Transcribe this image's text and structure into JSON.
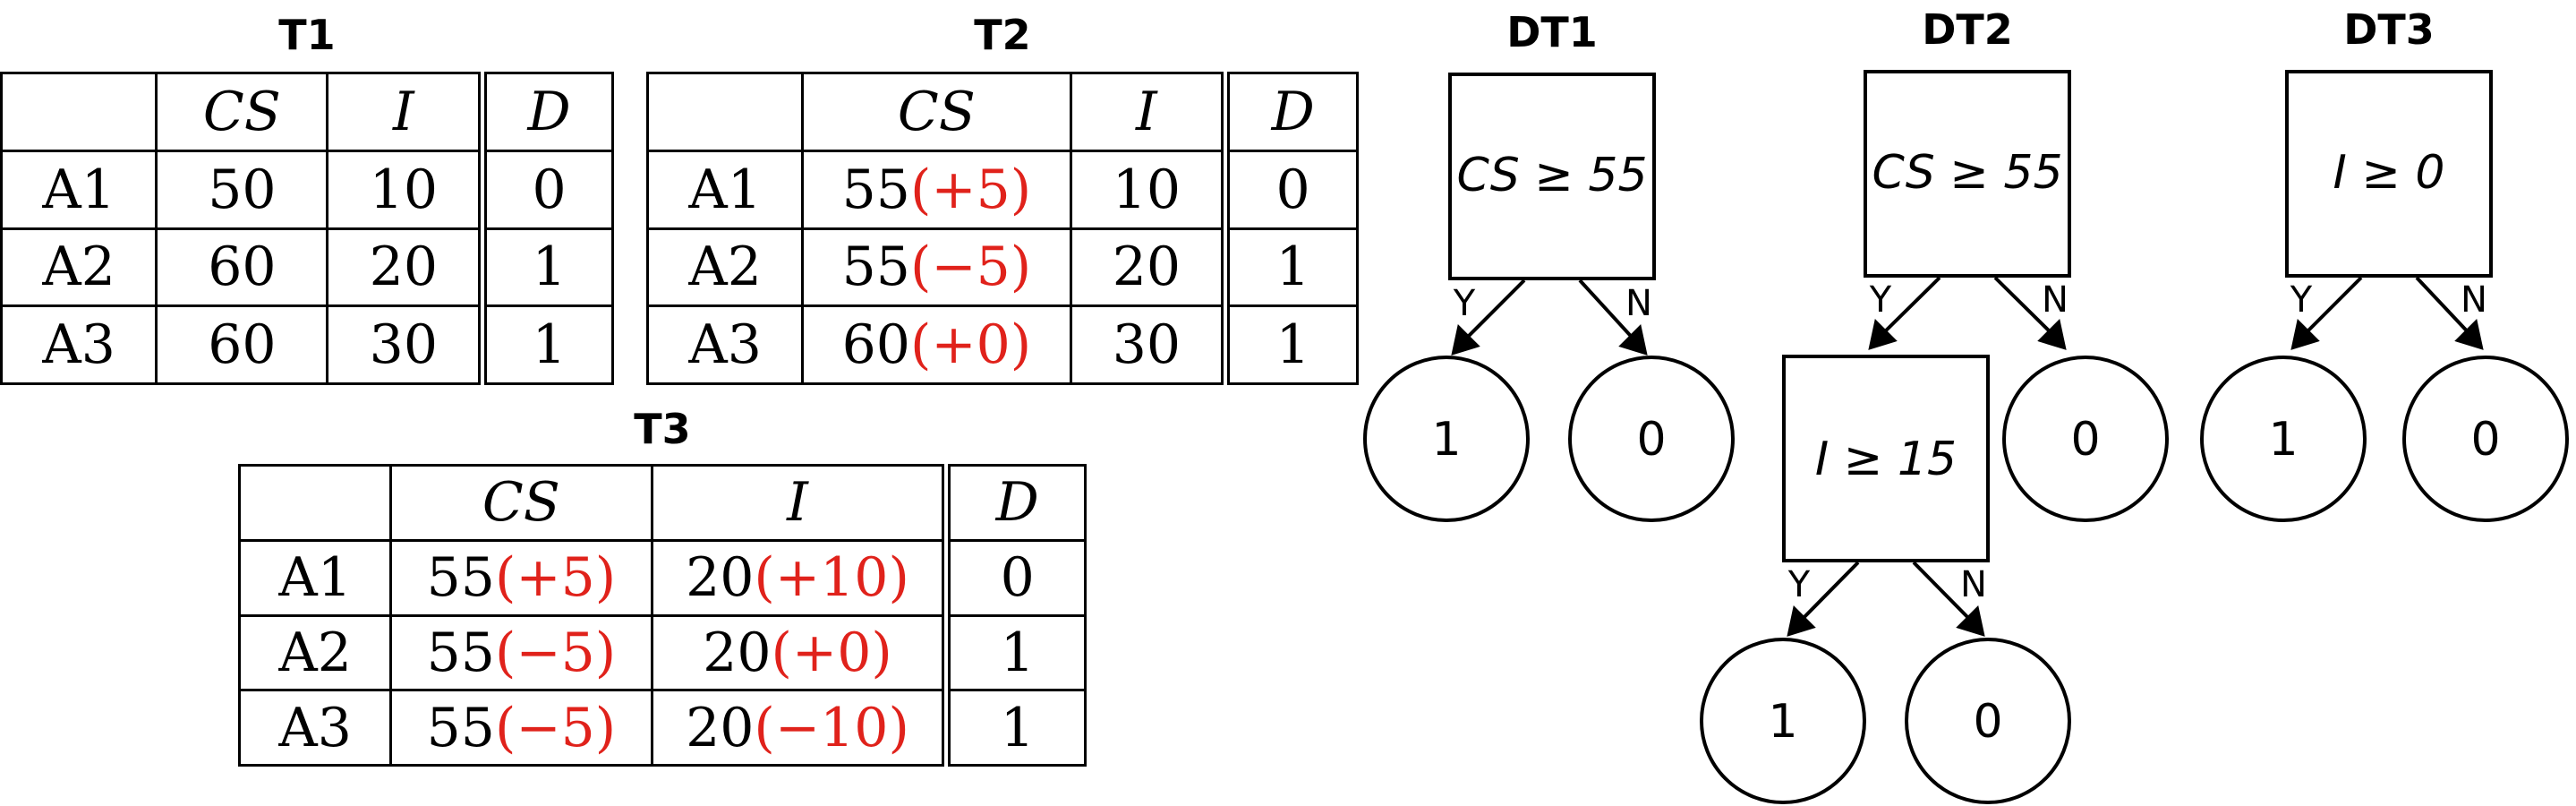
{
  "tables": [
    {
      "title": "T1",
      "header": [
        "",
        "CS",
        "I",
        "D"
      ],
      "rows": [
        {
          "label": "A1",
          "cs": "50",
          "cs_delta": "",
          "i": "10",
          "i_delta": "",
          "d": "0"
        },
        {
          "label": "A2",
          "cs": "60",
          "cs_delta": "",
          "i": "20",
          "i_delta": "",
          "d": "1"
        },
        {
          "label": "A3",
          "cs": "60",
          "cs_delta": "",
          "i": "30",
          "i_delta": "",
          "d": "1"
        }
      ]
    },
    {
      "title": "T2",
      "header": [
        "",
        "CS",
        "I",
        "D"
      ],
      "rows": [
        {
          "label": "A1",
          "cs": "55",
          "cs_delta": "(+5)",
          "i": "10",
          "i_delta": "",
          "d": "0"
        },
        {
          "label": "A2",
          "cs": "55",
          "cs_delta": "(−5)",
          "i": "20",
          "i_delta": "",
          "d": "1"
        },
        {
          "label": "A3",
          "cs": "60",
          "cs_delta": "(+0)",
          "i": "30",
          "i_delta": "",
          "d": "1"
        }
      ]
    },
    {
      "title": "T3",
      "header": [
        "",
        "CS",
        "I",
        "D"
      ],
      "rows": [
        {
          "label": "A1",
          "cs": "55",
          "cs_delta": "(+5)",
          "i": "20",
          "i_delta": "(+10)",
          "d": "0"
        },
        {
          "label": "A2",
          "cs": "55",
          "cs_delta": "(−5)",
          "i": "20",
          "i_delta": "(+0)",
          "d": "1"
        },
        {
          "label": "A3",
          "cs": "55",
          "cs_delta": "(−5)",
          "i": "20",
          "i_delta": "(−10)",
          "d": "1"
        }
      ]
    }
  ],
  "trees": [
    {
      "title": "DT1",
      "root": "CS ≥ 55",
      "yes_label": "Y",
      "no_label": "N",
      "yes_leaf": "1",
      "no_leaf": "0"
    },
    {
      "title": "DT2",
      "root": "CS ≥ 55",
      "yes_label": "Y",
      "no_label": "N",
      "no_leaf": "0",
      "child": {
        "condition": "I ≥ 15",
        "yes_label": "Y",
        "no_label": "N",
        "yes_leaf": "1",
        "no_leaf": "0"
      }
    },
    {
      "title": "DT3",
      "root": "I ≥ 0",
      "yes_label": "Y",
      "no_label": "N",
      "yes_leaf": "1",
      "no_leaf": "0"
    }
  ]
}
